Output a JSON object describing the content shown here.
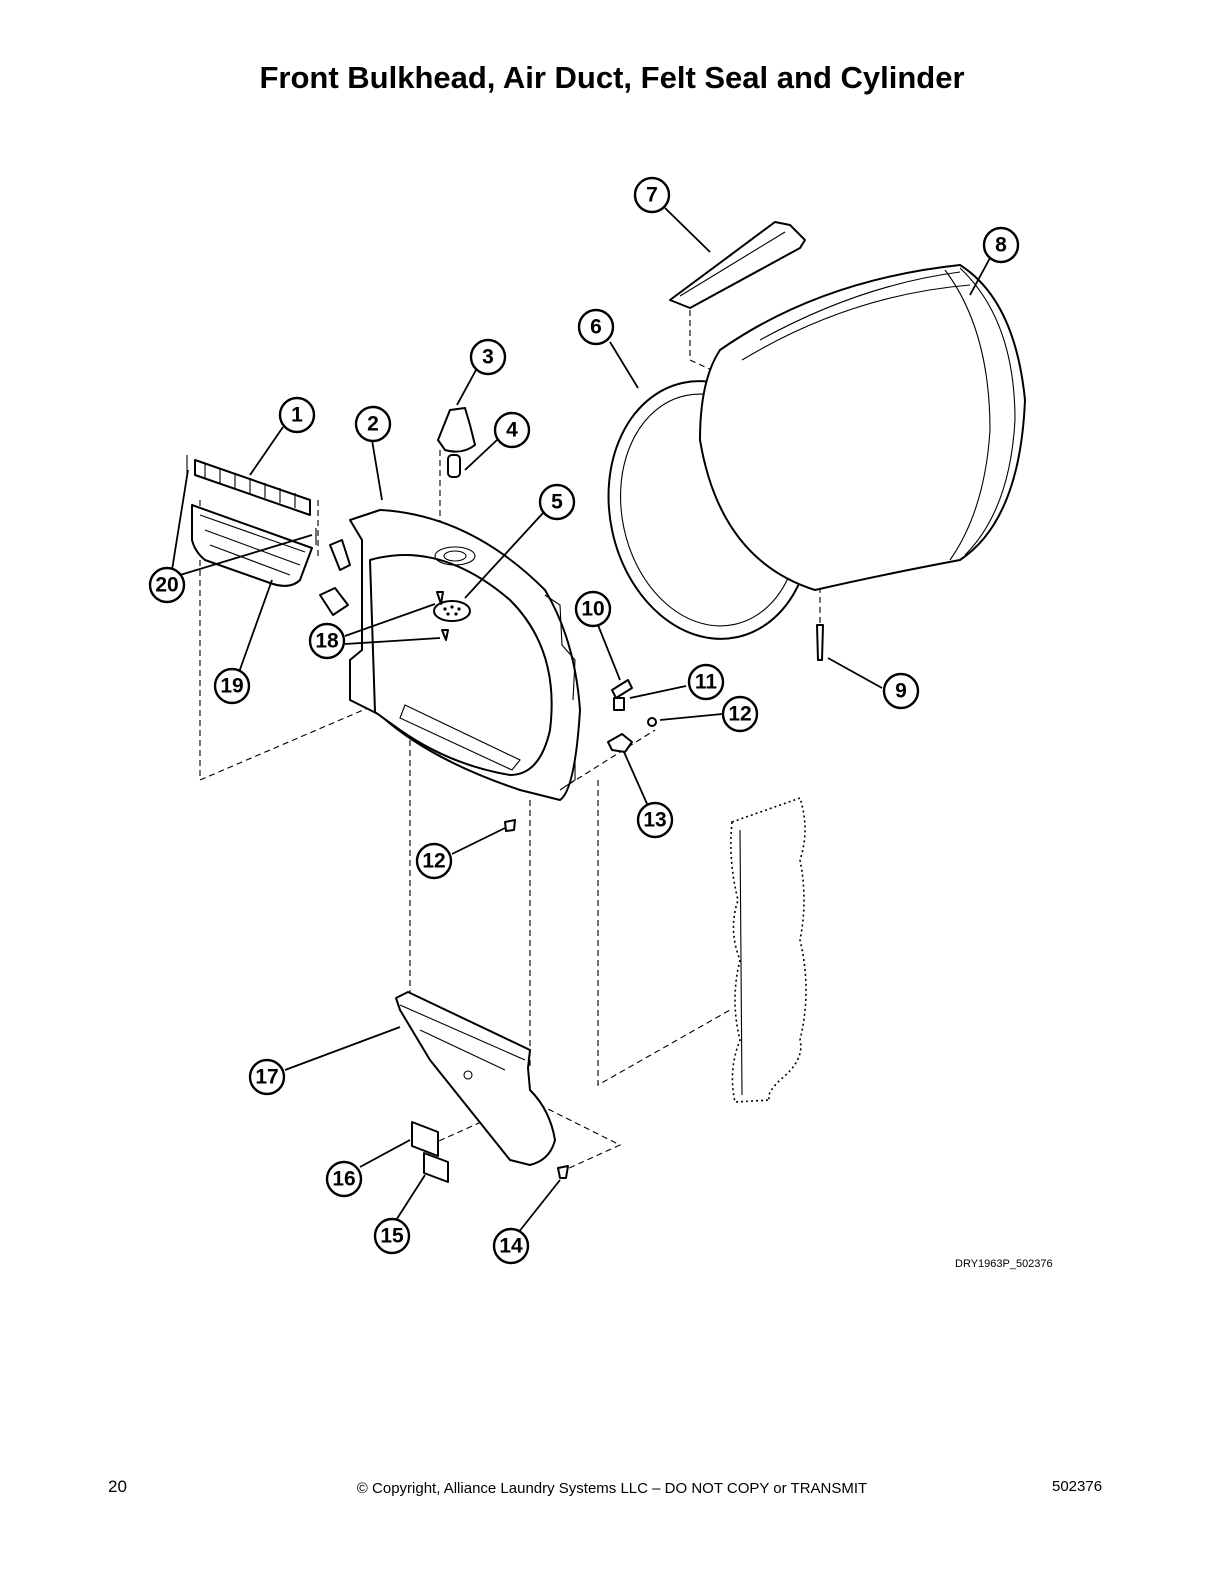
{
  "title": "Front Bulkhead, Air Duct, Felt Seal and Cylinder",
  "diagram": {
    "callouts": [
      {
        "id": "1",
        "label": "1"
      },
      {
        "id": "2",
        "label": "2"
      },
      {
        "id": "3",
        "label": "3"
      },
      {
        "id": "4",
        "label": "4"
      },
      {
        "id": "5",
        "label": "5"
      },
      {
        "id": "6",
        "label": "6"
      },
      {
        "id": "7",
        "label": "7"
      },
      {
        "id": "8",
        "label": "8"
      },
      {
        "id": "9",
        "label": "9"
      },
      {
        "id": "10",
        "label": "10"
      },
      {
        "id": "11",
        "label": "11"
      },
      {
        "id": "12a",
        "label": "12"
      },
      {
        "id": "12b",
        "label": "12"
      },
      {
        "id": "13",
        "label": "13"
      },
      {
        "id": "14",
        "label": "14"
      },
      {
        "id": "15",
        "label": "15"
      },
      {
        "id": "16",
        "label": "16"
      },
      {
        "id": "17",
        "label": "17"
      },
      {
        "id": "18",
        "label": "18"
      },
      {
        "id": "19",
        "label": "19"
      },
      {
        "id": "20",
        "label": "20"
      }
    ],
    "figure_ref": "DRY1963P_502376"
  },
  "footer": {
    "page_number": "20",
    "copyright": "© Copyright, Alliance Laundry Systems LLC – DO NOT COPY or TRANSMIT",
    "doc_number": "502376"
  }
}
